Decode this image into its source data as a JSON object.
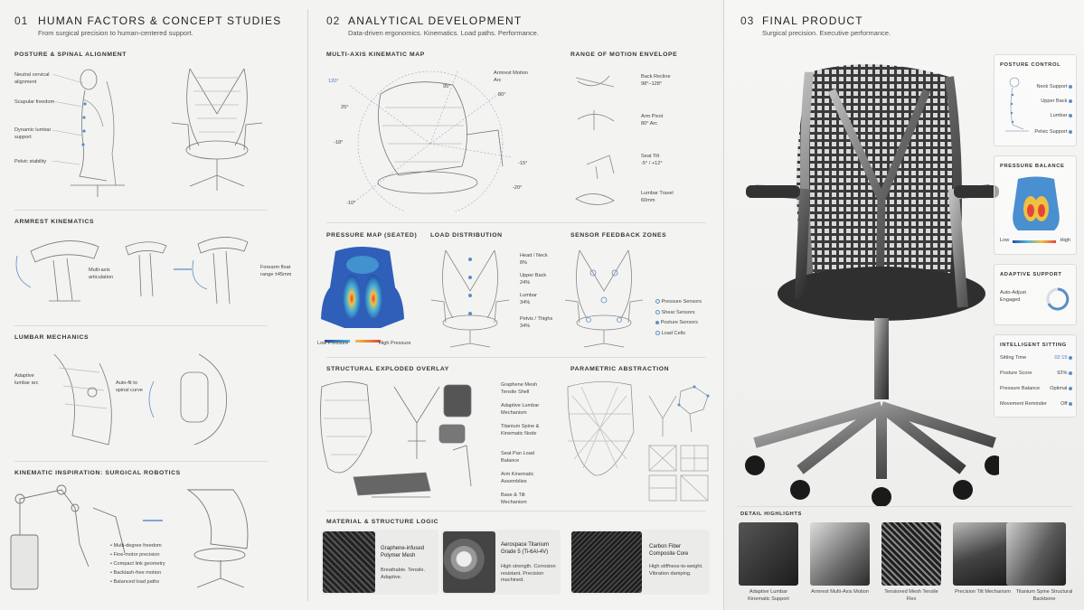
{
  "c1": {
    "num": "01",
    "title": "HUMAN FACTORS & CONCEPT STUDIES",
    "subtitle": "From surgical precision to human-centered support.",
    "posture": {
      "title": "POSTURE & SPINAL ALIGNMENT",
      "labels": [
        "Neutral cervical alignment",
        "Scapular freedom",
        "Dynamic lumbar support",
        "Pelvic stability"
      ]
    },
    "armrest": {
      "title": "ARMREST KINEMATICS",
      "l1": "Multi-axis articulation",
      "l2": "Forearm float range ±45mm"
    },
    "lumbar": {
      "title": "LUMBAR MECHANICS",
      "l1": "Adaptive lumbar arc",
      "l2": "Auto-fit to spinal curve"
    },
    "kinematic": {
      "title": "KINEMATIC INSPIRATION: SURGICAL ROBOTICS",
      "bullets": [
        "Multi-degree freedom",
        "Fine-motor precision",
        "Compact link geometry",
        "Backlash-free motion",
        "Balanced load paths"
      ]
    }
  },
  "c2": {
    "num": "02",
    "title": "ANALYTICAL DEVELOPMENT",
    "subtitle": "Data-driven ergonomics. Kinematics. Load paths. Performance.",
    "kmap": {
      "title": "MULTI-AXIS KINEMATIC MAP",
      "angles": [
        "120°",
        "95°",
        "80°",
        "25°",
        "-18°",
        "-15°",
        "-20°",
        "-10°"
      ],
      "armrest_arc": "Armrest Motion Arc"
    },
    "rom": {
      "title": "RANGE OF MOTION ENVELOPE",
      "items": [
        {
          "name": "Back Recline",
          "value": "98°–128°"
        },
        {
          "name": "Arm Pivot",
          "value": "80° Arc"
        },
        {
          "name": "Seat Tilt",
          "value": "-5° / +12°"
        },
        {
          "name": "Lumbar Travel",
          "value": "60mm"
        }
      ]
    },
    "pressure": {
      "title": "PRESSURE MAP (SEATED)",
      "low": "Low Pressure",
      "high": "High Pressure"
    },
    "load": {
      "title": "LOAD DISTRIBUTION",
      "items": [
        {
          "name": "Head / Neck",
          "value": "8%"
        },
        {
          "name": "Upper Back",
          "value": "24%"
        },
        {
          "name": "Lumbar",
          "value": "34%"
        },
        {
          "name": "Pelvis / Thighs",
          "value": "34%"
        }
      ]
    },
    "sensor": {
      "title": "SENSOR FEEDBACK ZONES",
      "items": [
        "Pressure Sensors",
        "Shear Sensors",
        "Posture Sensors",
        "Load Cells"
      ]
    },
    "exploded": {
      "title": "STRUCTURAL EXPLODED OVERLAY",
      "items": [
        "Graphene Mesh Tensile Shell",
        "Adaptive Lumbar Mechanism",
        "Titanium Spine & Kinematic Node",
        "Seat Pan Load Balance",
        "Arm Kinematic Assemblies",
        "Base & Tilt Mechanism"
      ]
    },
    "parametric": {
      "title": "PARAMETRIC ABSTRACTION"
    },
    "material": {
      "title": "MATERIAL & STRUCTURE LOGIC",
      "cards": [
        {
          "name": "Graphene-infused Polymer Mesh",
          "desc": "Breathable. Tensile. Adaptive."
        },
        {
          "name": "Aerospace Titanium Grade 5 (Ti-6Al-4V)",
          "desc": "High strength. Corrosion resistant. Precision machined."
        },
        {
          "name": "Carbon Fiber Composite Core",
          "desc": "High stiffness-to-weight. Vibration damping."
        }
      ]
    }
  },
  "c3": {
    "num": "03",
    "title": "FINAL PRODUCT",
    "subtitle": "Surgical precision. Executive performance.",
    "posture_control": {
      "title": "POSTURE CONTROL",
      "items": [
        "Neck Support",
        "Upper Back",
        "Lumbar",
        "Pelvic Support"
      ]
    },
    "pressure_balance": {
      "title": "PRESSURE BALANCE",
      "low": "Low",
      "high": "High"
    },
    "adaptive": {
      "title": "ADAPTIVE SUPPORT",
      "status": "Auto-Adjust Engaged"
    },
    "intelligent": {
      "title": "INTELLIGENT SITTING",
      "rows": [
        {
          "name": "Sitting Time",
          "value": "02:15"
        },
        {
          "name": "Posture Score",
          "value": "92%"
        },
        {
          "name": "Pressure Balance",
          "value": "Optimal"
        },
        {
          "name": "Movement Reminder",
          "value": "Off"
        }
      ]
    },
    "details": {
      "title": "DETAIL HIGHLIGHTS",
      "items": [
        "Adaptive Lumbar Kinematic Support",
        "Armrest Multi-Axis Motion",
        "Tensioned Mesh Tensile Flex",
        "Precision Tilt Mechanism",
        "Titanium Spine Structural Backbone"
      ]
    }
  },
  "colors": {
    "accent": "#4a7fc0",
    "background": "#f3f3f1"
  }
}
